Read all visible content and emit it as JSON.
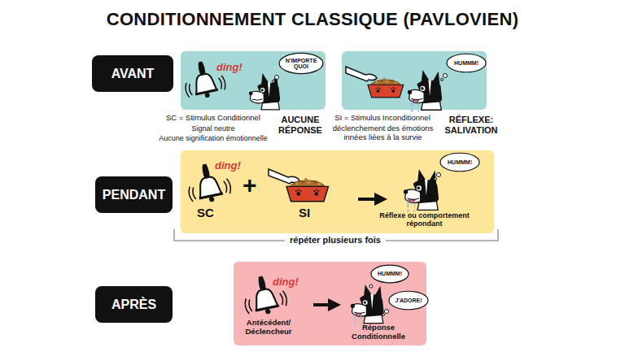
{
  "diagram": {
    "title": "CONDITIONNEMENT CLASSIQUE (PAVLOVIEN)",
    "nodes": [
      {
        "text": [
          "AVANT"
        ]
      },
      {
        "text": [
          "ding!",
          "SC = Stimulus Conditionnel",
          "Signal neutre",
          "Aucune signification émotionnelle",
          "AUCUNE RÉPONSE"
        ]
      },
      {
        "text": [
          "N'IMPORTE QUOI"
        ],
        "in": 1
      },
      {
        "text": [
          "SI = Stimulus Inconditionnel",
          "déclenchement des émotions innées liées à la survie",
          "RÉFLEXE: SALIVATION"
        ]
      },
      {
        "text": [
          "HUMMM!"
        ],
        "in": 3
      },
      {
        "text": [
          "PENDANT"
        ]
      },
      {
        "text": [
          "ding!",
          "SC",
          "+",
          "SI",
          "Réflexe ou comportement répondant"
        ]
      },
      {
        "text": [
          "HUMMM!"
        ],
        "in": 6
      },
      {
        "text": [
          "APRÈS"
        ]
      },
      {
        "text": [
          "ding!",
          "Antécédent/ Déclencheur",
          "Réponse Conditionnelle"
        ]
      },
      {
        "text": [
          "HUMMM!"
        ],
        "in": 9
      },
      {
        "text": [
          "J'ADORE!"
        ],
        "in": 9
      }
    ],
    "labels": [
      "répéter plusieurs fois"
    ]
  }
}
